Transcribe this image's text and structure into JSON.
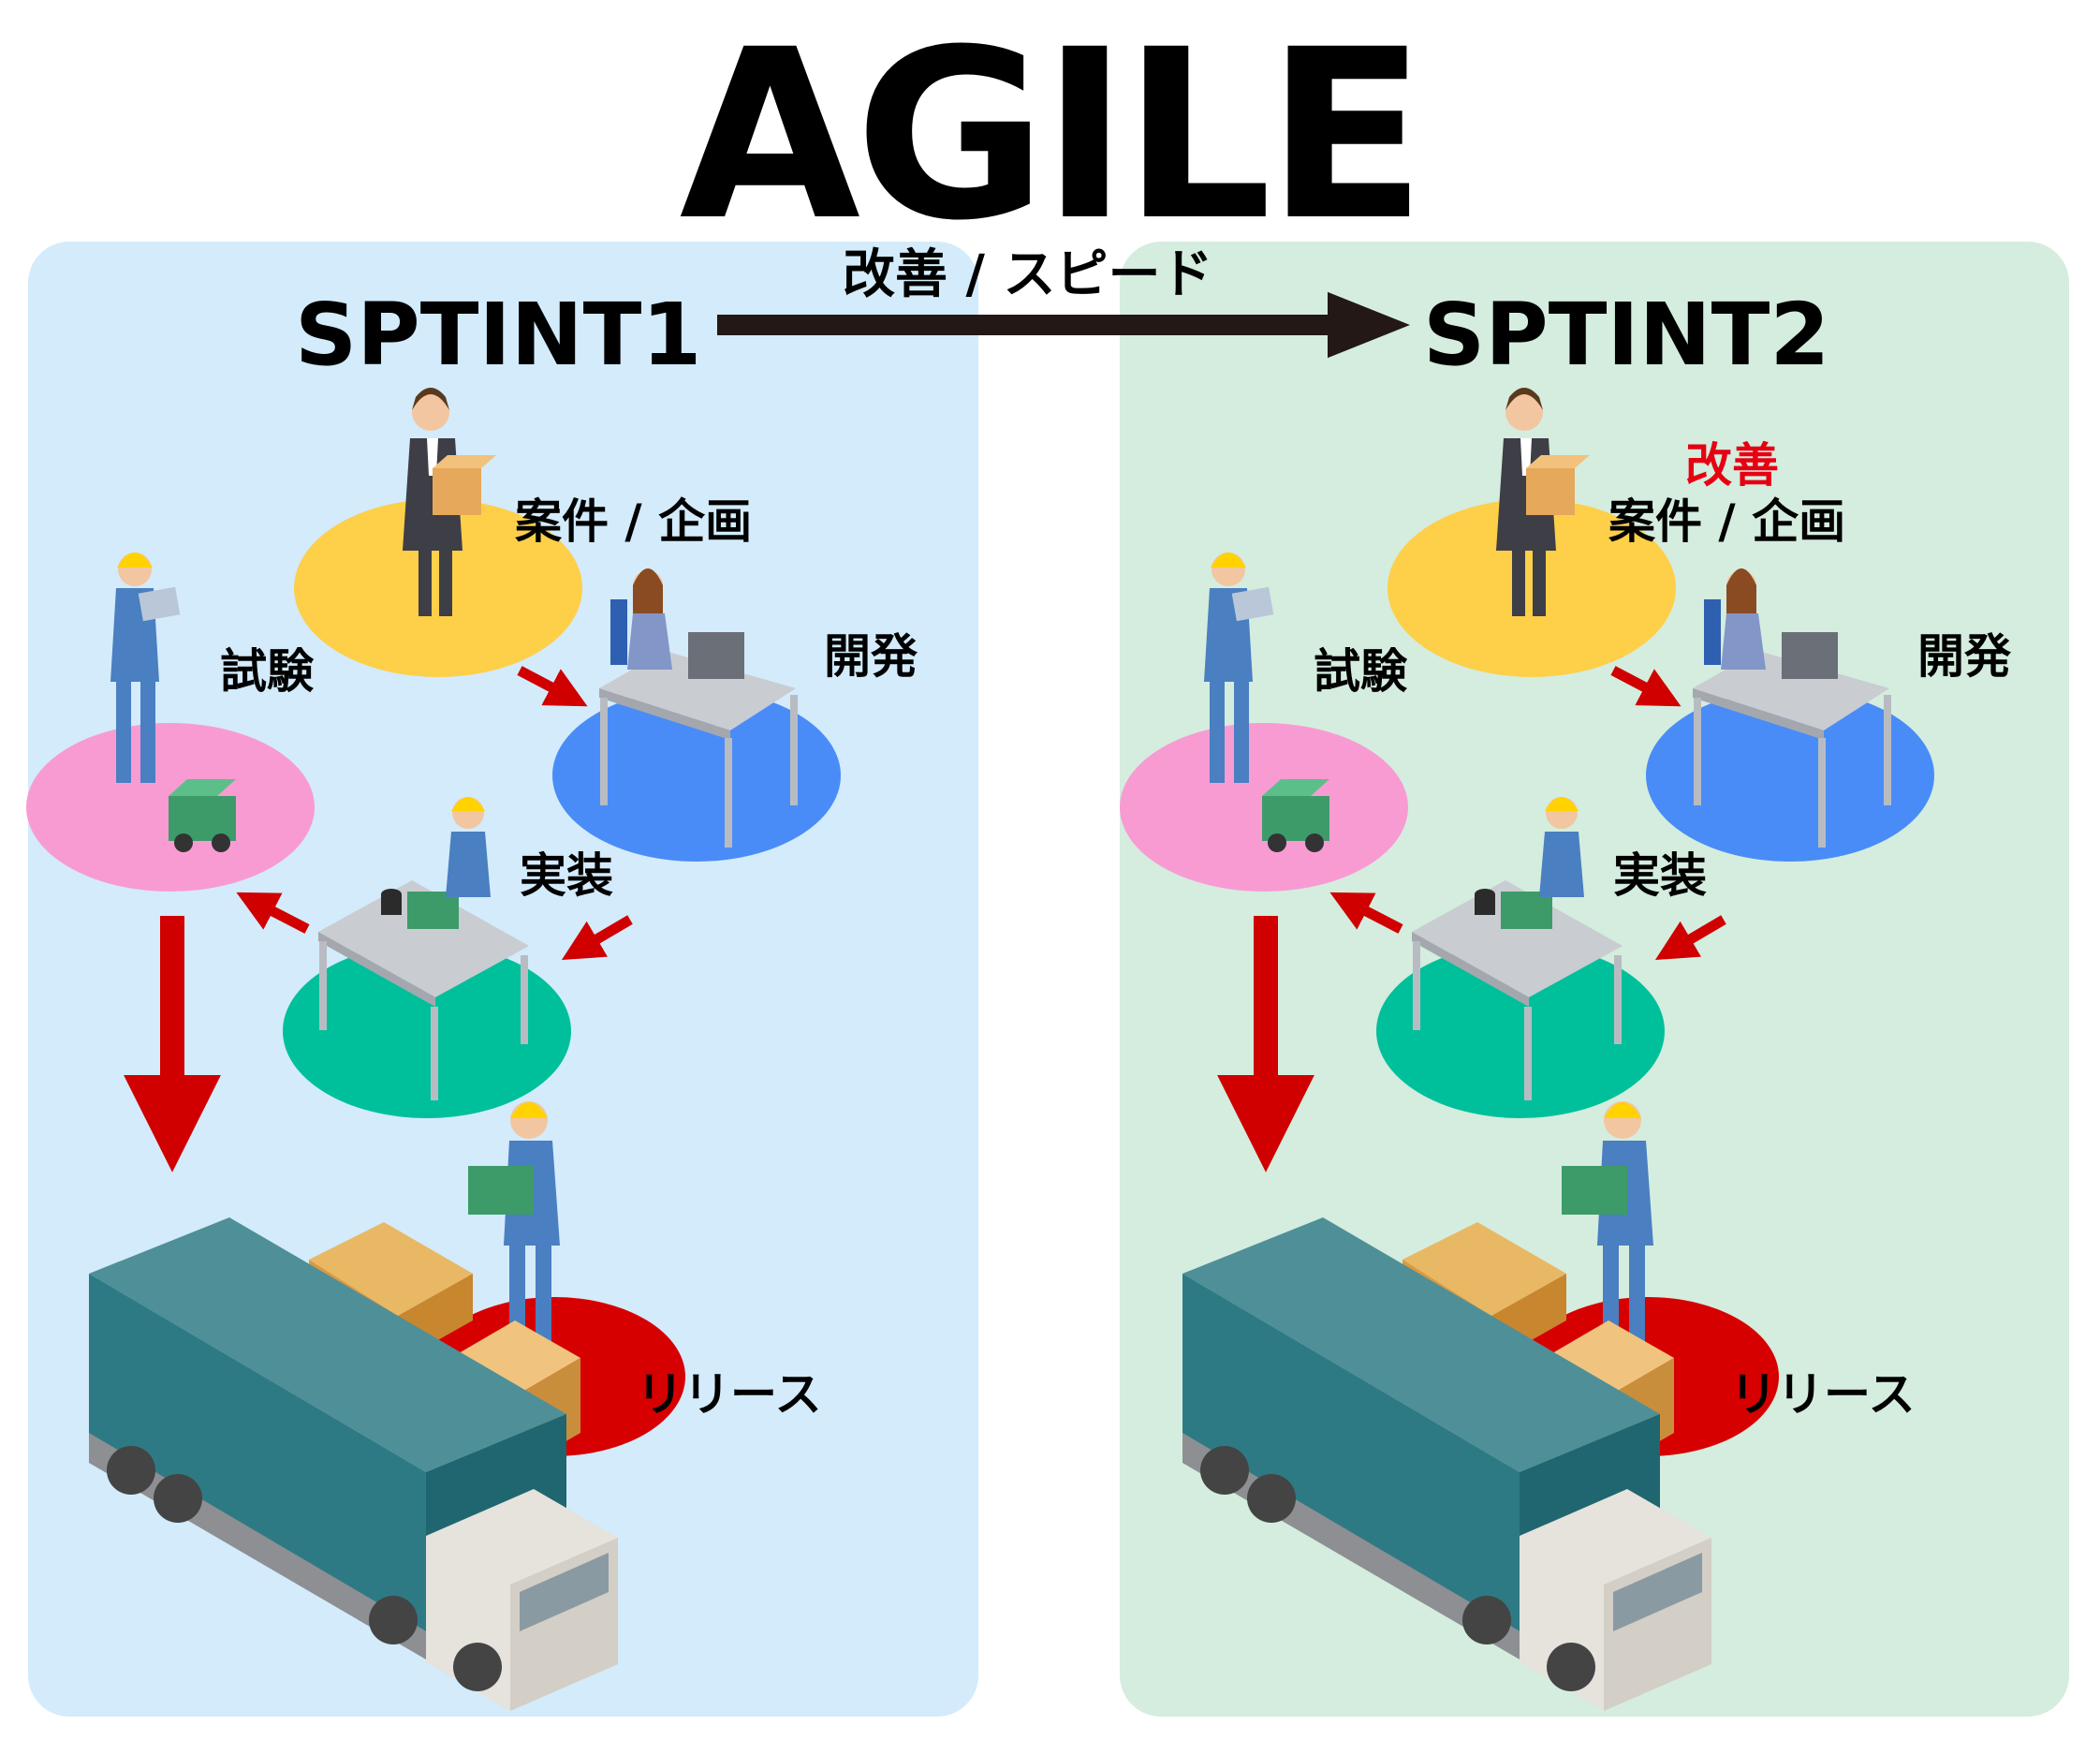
{
  "title": "AGILE",
  "transition_label": "改善 / スピード",
  "colors": {
    "panel1_bg": "#d3ebfb",
    "panel2_bg": "#d4edde",
    "planning": "#fecf49",
    "development": "#4a8cf7",
    "implementation": "#00c09b",
    "testing": "#f99bd3",
    "release": "#d60000",
    "flow_arrow": "#d00000",
    "highlight": "#e60012"
  },
  "sprints": [
    {
      "name": "SPTINT1",
      "highlight": "",
      "stages": {
        "planning": "案件 / 企画",
        "development": "開発",
        "implementation": "実装",
        "testing": "試験",
        "release": "リリース"
      }
    },
    {
      "name": "SPTINT2",
      "highlight": "改善",
      "stages": {
        "planning": "案件 / 企画",
        "development": "開発",
        "implementation": "実装",
        "testing": "試験",
        "release": "リリース"
      }
    }
  ]
}
